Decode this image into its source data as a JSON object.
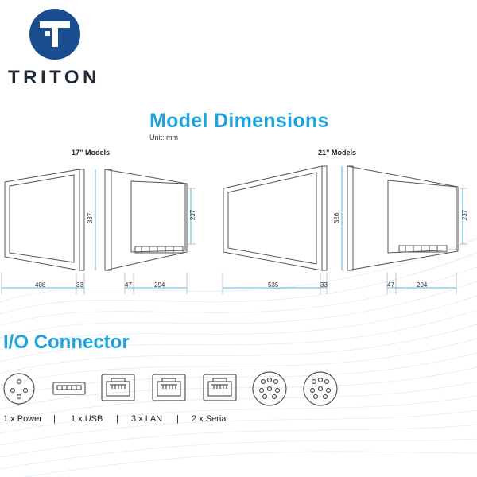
{
  "brand": {
    "name": "TRITON",
    "logo_color": "#1a4d8f"
  },
  "section_dimensions": {
    "title": "Model Dimensions",
    "unit": "Unit: mm",
    "model_17": {
      "label": "17”  Models",
      "width": "408",
      "depth_a": "33",
      "depth_b": "47",
      "depth_c": "294",
      "height_front": "337",
      "height_side": "237"
    },
    "model_21": {
      "label": "21” Models",
      "width": "535",
      "depth_a": "33",
      "depth_b": "47",
      "depth_c": "294",
      "height_front": "326",
      "height_side": "237"
    }
  },
  "section_io": {
    "title": "I/O Connector",
    "power": "1 x Power",
    "sep1": "|",
    "usb": "1 x USB",
    "sep2": "|",
    "lan": "3 x LAN",
    "sep3": "|",
    "serial": "2 x Serial"
  },
  "colors": {
    "accent": "#1fa3dd",
    "dim_line": "#1fa3dd",
    "device_stroke": "#555555"
  }
}
